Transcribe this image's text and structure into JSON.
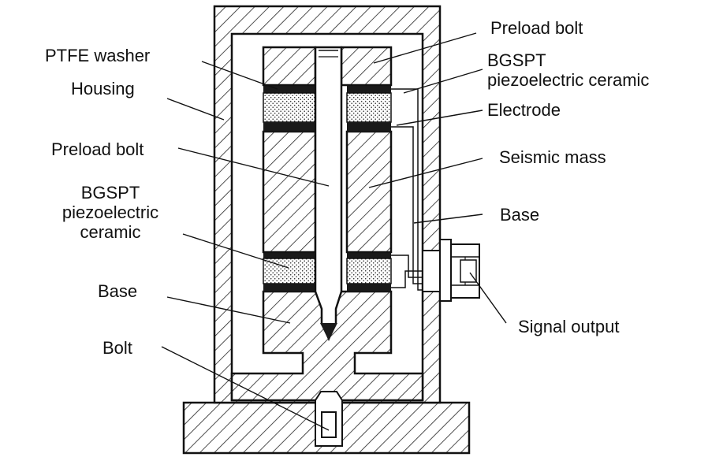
{
  "labels": {
    "ptfe_washer": "PTFE washer",
    "housing": "Housing",
    "preload_bolt_left": "Preload bolt",
    "bgspt_left_1": "BGSPT",
    "bgspt_left_2": "piezoelectric",
    "bgspt_left_3": "ceramic",
    "base_left": "Base",
    "bolt": "Bolt",
    "preload_bolt_right": "Preload bolt",
    "bgspt_right_1": "BGSPT",
    "bgspt_right_2": "piezoelectric ceramic",
    "electrode": "Electrode",
    "seismic_mass": "Seismic mass",
    "base_right": "Base",
    "signal_output": "Signal output"
  }
}
